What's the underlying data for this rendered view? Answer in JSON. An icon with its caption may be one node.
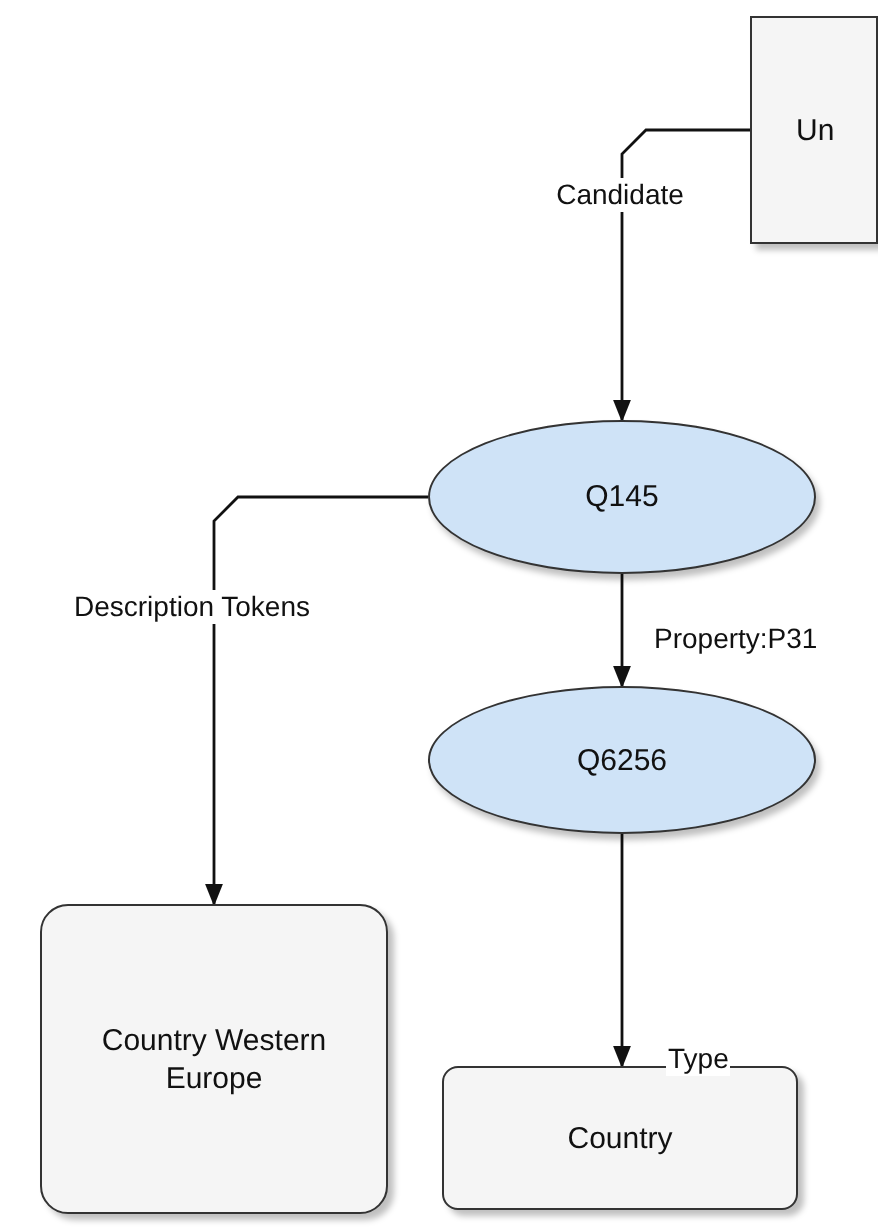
{
  "diagram": {
    "nodes": [
      {
        "text": [
          "Un"
        ]
      },
      {
        "text": [
          "Q145"
        ]
      },
      {
        "text": [
          "Q6256"
        ]
      },
      {
        "text": [
          "Country Western Europe"
        ]
      },
      {
        "text": [
          "Country"
        ]
      }
    ],
    "edges": [
      {
        "from": 0,
        "to": 1,
        "arrow": "to",
        "label": "Candidate"
      },
      {
        "from": 1,
        "to": 3,
        "arrow": "to",
        "label": "Description Tokens"
      },
      {
        "from": 1,
        "to": 2,
        "arrow": "to",
        "label": "Property:P31"
      },
      {
        "from": 2,
        "to": 4,
        "arrow": "to",
        "label": "Type"
      }
    ]
  }
}
